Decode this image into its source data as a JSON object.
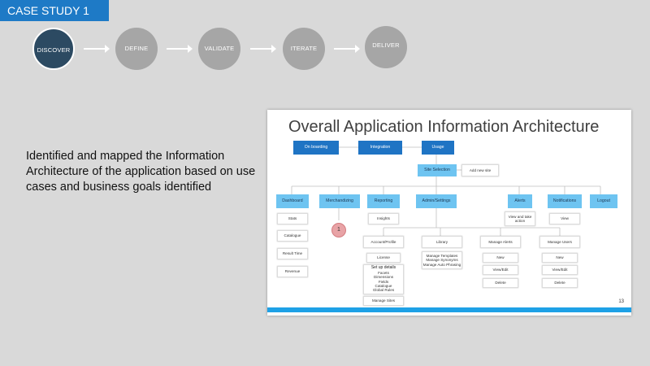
{
  "badge": "CASE STUDY 1",
  "steps": [
    "DISCOVER",
    "DEFINE",
    "VALIDATE",
    "ITERATE",
    "DELIVER"
  ],
  "description": "Identified and mapped the Information Architecture of the application based on use cases and business goals identified",
  "slide": {
    "title": "Overall Application Information Architecture",
    "page_number": "13",
    "flow": [
      "On boarding",
      "Integration",
      "Usage"
    ],
    "site_selection": "Site Selection",
    "add_new_site": "Add new site",
    "nav": [
      "Dashboard",
      "Merchandizing",
      "Reporting",
      "Admin/Settings",
      "Alerts",
      "Notifications",
      "Logout"
    ],
    "dashboard_items": [
      "Stats",
      "Catalogue",
      "Result Time",
      "Revenue"
    ],
    "merch_marker": "1",
    "reporting_items": [
      "Insights"
    ],
    "alerts_items": [
      "View and take action"
    ],
    "notifications_items": [
      "View"
    ],
    "admin_children": {
      "account": {
        "title": "Account/Profile",
        "license": "License",
        "setup_heading": "Set up details",
        "setup_lines": [
          "Facets",
          "Dimensions",
          "Fields",
          "Catalogue",
          "Global Rules"
        ],
        "manage_sites": "Manage Sites"
      },
      "library": {
        "title": "Library",
        "lines": [
          "Manage Templates",
          "Manage Synonyms",
          "Manage Auto Phrasing"
        ]
      },
      "manage_alerts": {
        "title": "Manage Alerts",
        "items": [
          "New",
          "View/Edit",
          "Delete"
        ]
      },
      "manage_users": {
        "title": "Manage Users",
        "items": [
          "New",
          "View/Edit",
          "Delete"
        ]
      }
    }
  }
}
